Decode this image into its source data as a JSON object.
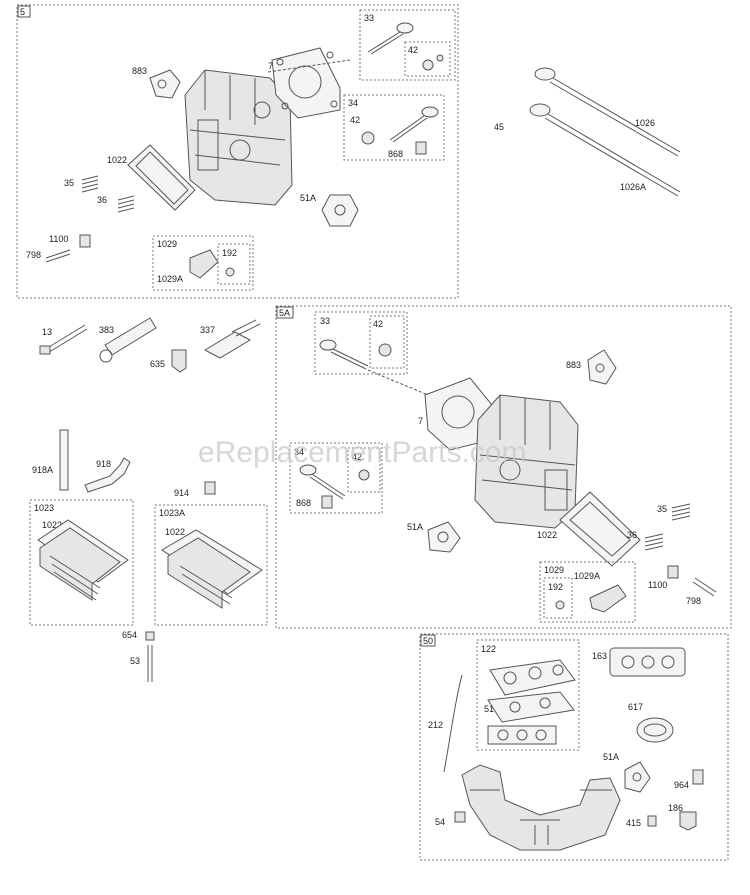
{
  "watermark": "eReplacementParts.com",
  "groups": {
    "g5": "5",
    "g5a": "5A",
    "g50": "50",
    "g1029a": "1029",
    "g1029b": "1029",
    "g1023": "1023",
    "g1023a": "1023A",
    "g33a": "33",
    "g34a": "34",
    "g33b": "33",
    "g34b": "34",
    "g122": "122"
  },
  "labels": {
    "l883a": "883",
    "l7a": "7",
    "l42a": "42",
    "l42b": "42",
    "l868a": "868",
    "l1022a": "1022",
    "l35a": "35",
    "l36a": "36",
    "l51Aa": "51A",
    "l1100a": "1100",
    "l798a": "798",
    "l1029Aa": "1029A",
    "l192a": "192",
    "l45": "45",
    "l1026": "1026",
    "l1026A": "1026A",
    "l13": "13",
    "l383": "383",
    "l337": "337",
    "l635": "635",
    "l918A": "918A",
    "l918": "918",
    "l914": "914",
    "l1022b": "1022",
    "l1022c": "1022",
    "l654": "654",
    "l53": "53",
    "l42c": "42",
    "l883b": "883",
    "l7b": "7",
    "l42d": "42",
    "l868b": "868",
    "l51Ab": "51A",
    "l1022d": "1022",
    "l35b": "35",
    "l36b": "36",
    "l1029Ab": "1029A",
    "l192b": "192",
    "l1100b": "1100",
    "l798b": "798",
    "l163": "163",
    "l212": "212",
    "l51": "51",
    "l617": "617",
    "l51Ac": "51A",
    "l964": "964",
    "l54": "54",
    "l186": "186",
    "l415": "415"
  }
}
